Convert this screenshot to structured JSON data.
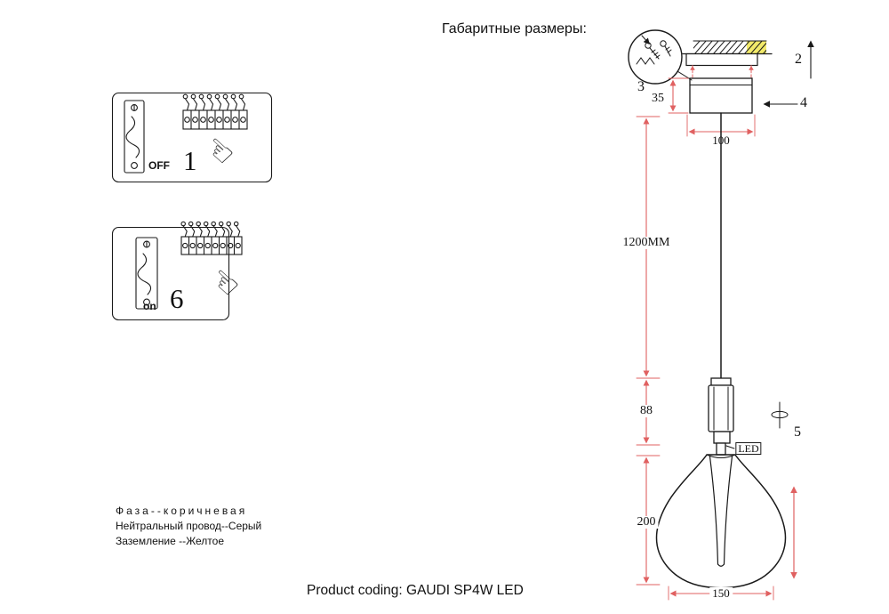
{
  "title": "Габаритные размеры:",
  "product_coding": "Product coding: GAUDI SP4W LED",
  "colors": {
    "line": "#1a1a1a",
    "dimension": "#e06161",
    "ceiling_highlight": "#f2ea6a"
  },
  "dimensions": {
    "n2": "2",
    "n3": "3",
    "n4": "4",
    "n5": "5",
    "canopy_height": "35",
    "canopy_width": "100",
    "cable_length": "1200MM",
    "driver_height": "88",
    "shade_height": "200",
    "shade_width": "150",
    "led_label": "LED"
  },
  "instructions": {
    "box1": {
      "switch_label": "OFF",
      "step": "1"
    },
    "box2": {
      "switch_label": "on",
      "step": "6"
    }
  },
  "wiring_legend": {
    "phase": "Фаза--коричневая",
    "neutral": "Нейтральный провод--Серый",
    "ground": "Заземление --Желтое"
  },
  "icons": {
    "pointing_hand": "☜"
  }
}
